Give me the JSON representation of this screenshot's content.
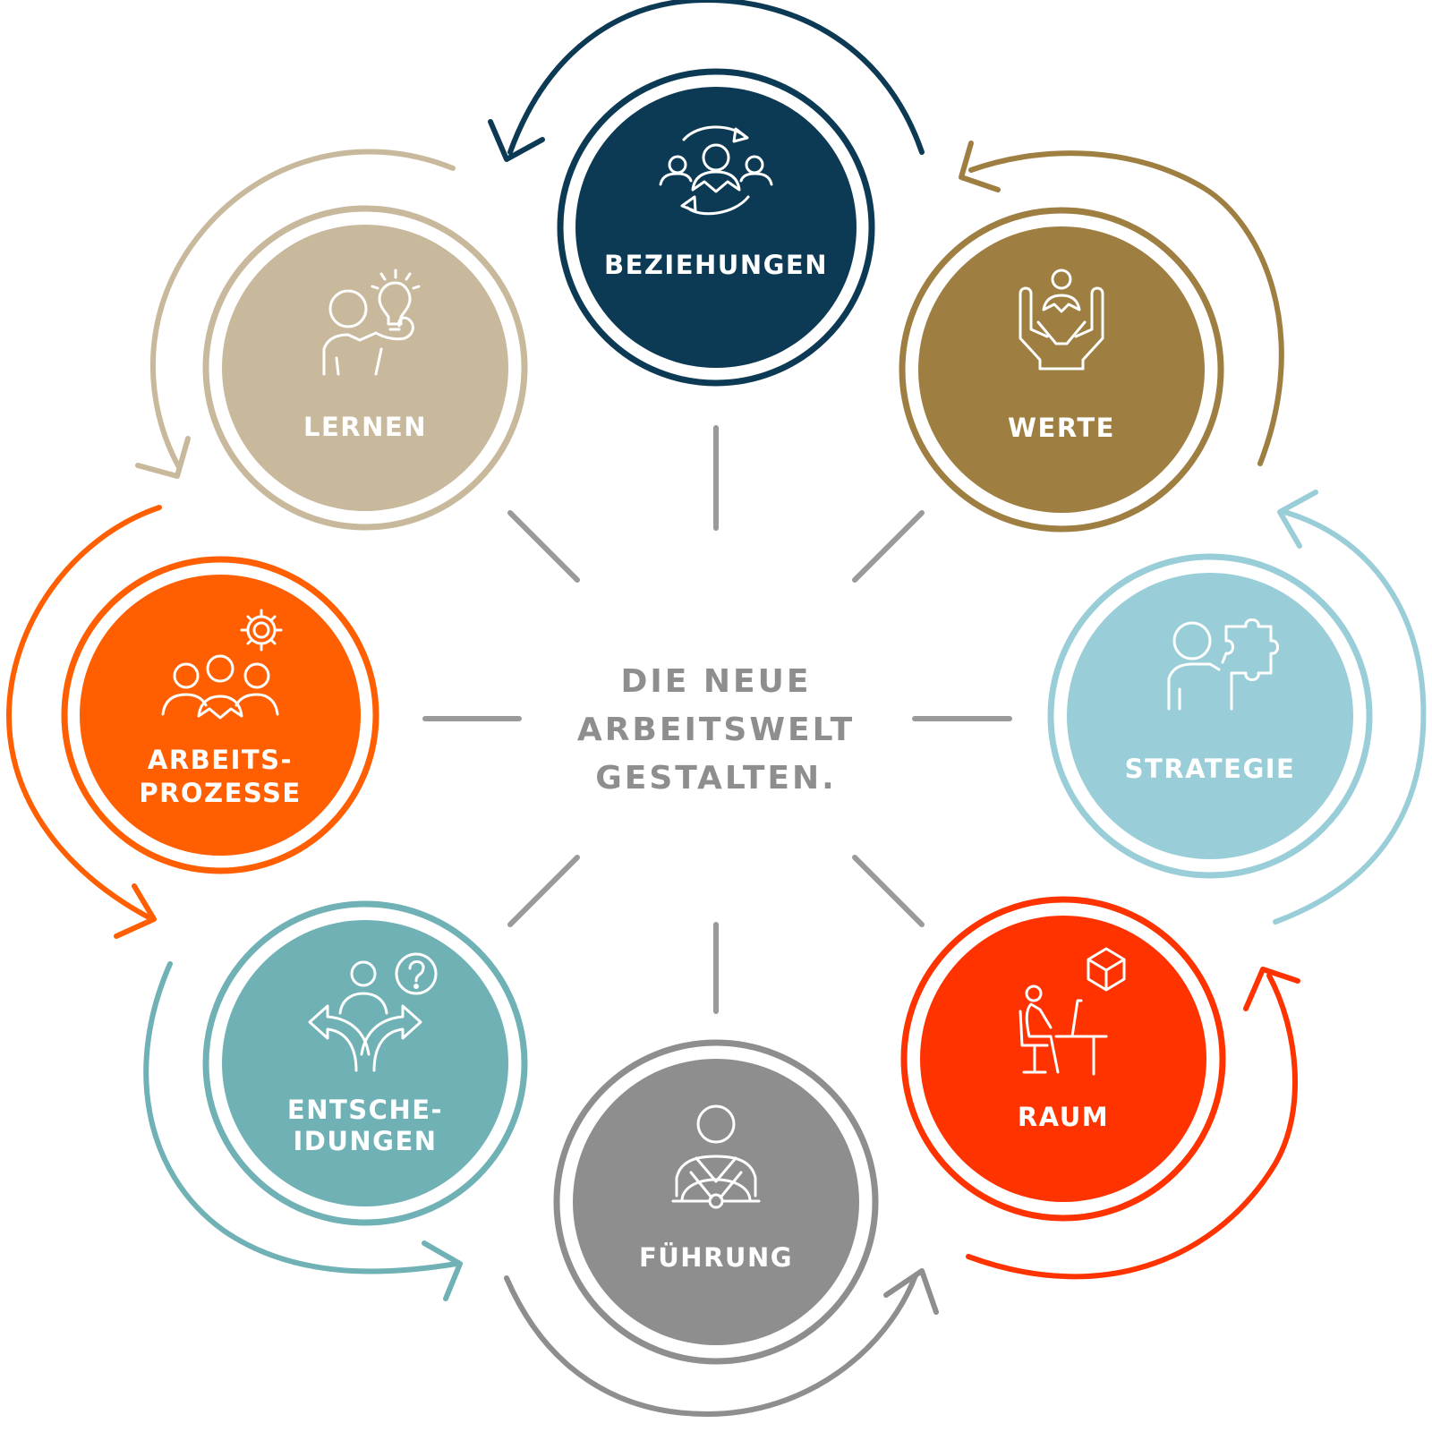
{
  "center": {
    "line1": "DIE NEUE",
    "line2": "ARBEITSWELT",
    "line3": "GESTALTEN."
  },
  "nodes": [
    {
      "id": "beziehungen",
      "label1": "BEZIEHUNGEN",
      "label2": "",
      "color": "#0c3a55",
      "icon": "people-exchange-icon"
    },
    {
      "id": "werte",
      "label1": "WERTE",
      "label2": "",
      "color": "#9e7e41",
      "icon": "hands-holding-person-icon"
    },
    {
      "id": "strategie",
      "label1": "STRATEGIE",
      "label2": "",
      "color": "#99ced9",
      "icon": "person-puzzle-icon"
    },
    {
      "id": "raum",
      "label1": "RAUM",
      "label2": "",
      "color": "#ff3300",
      "icon": "person-desk-icon"
    },
    {
      "id": "fuehrung",
      "label1": "FÜHRUNG",
      "label2": "",
      "color": "#8e8e8e",
      "icon": "person-steering-icon"
    },
    {
      "id": "entscheidungen",
      "label1": "ENTSCHE-",
      "label2": "IDUNGEN",
      "color": "#6fb1b5",
      "icon": "person-crossroads-icon"
    },
    {
      "id": "arbeitsprozesse",
      "label1": "ARBEITS-",
      "label2": "PROZESSE",
      "color": "#ff5f00",
      "icon": "team-gear-icon"
    },
    {
      "id": "lernen",
      "label1": "LERNEN",
      "label2": "",
      "color": "#c8b99c",
      "icon": "person-lightbulb-icon"
    }
  ]
}
